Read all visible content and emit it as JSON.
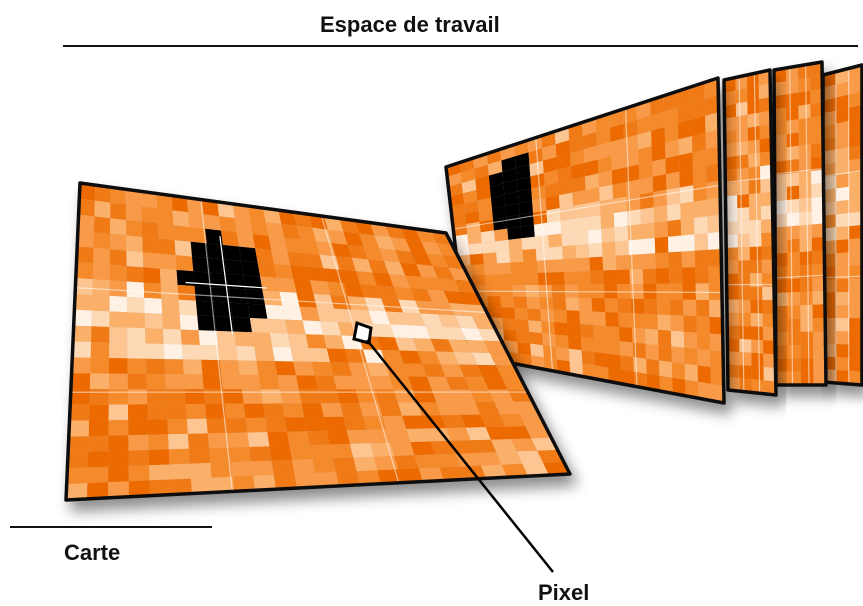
{
  "labels": {
    "workspace": "Espace de travail",
    "map": "Carte",
    "pixel": "Pixel"
  },
  "colors": {
    "palette": [
      "#ec6a00",
      "#f07a18",
      "#f58a2c",
      "#f89a46",
      "#fbb06a",
      "#fcc592",
      "#fdd9b6",
      "#fff1e4"
    ],
    "hole": "#000000",
    "outline": "#111111",
    "background": "#ffffff"
  },
  "layer_stack": {
    "front_map_count": 1,
    "workspace_layer_count": 4
  }
}
